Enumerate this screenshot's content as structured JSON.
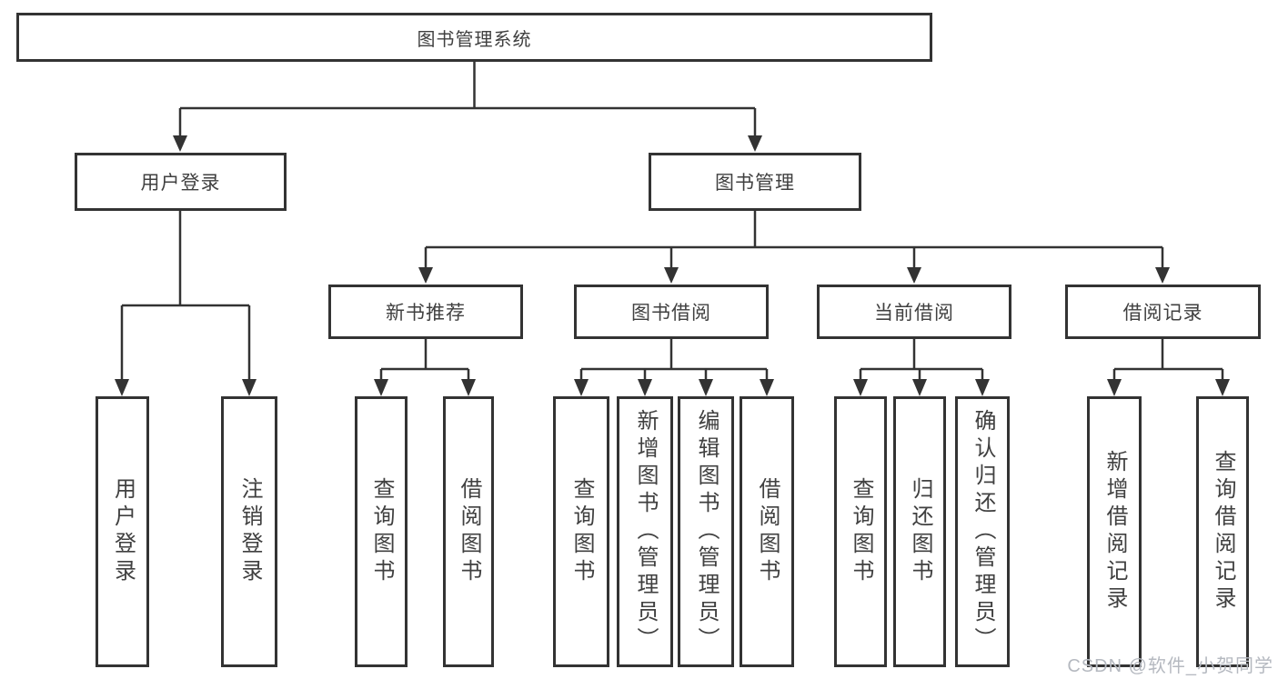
{
  "diagram": {
    "type": "tree",
    "tree": {
      "label": "图书管理系统",
      "children": [
        {
          "label": "用户登录",
          "children": [
            {
              "label": "用户登录"
            },
            {
              "label": "注销登录"
            }
          ]
        },
        {
          "label": "图书管理",
          "children": [
            {
              "label": "新书推荐",
              "children": [
                {
                  "label": "查询图书"
                },
                {
                  "label": "借阅图书"
                }
              ]
            },
            {
              "label": "图书借阅",
              "children": [
                {
                  "label": "查询图书"
                },
                {
                  "label": "新增图书（管理员）"
                },
                {
                  "label": "编辑图书（管理员）"
                },
                {
                  "label": "借阅图书"
                }
              ]
            },
            {
              "label": "当前借阅",
              "children": [
                {
                  "label": "查询图书"
                },
                {
                  "label": "归还图书"
                },
                {
                  "label": "确认归还（管理员）"
                }
              ]
            },
            {
              "label": "借阅记录",
              "children": [
                {
                  "label": "新增借阅记录"
                },
                {
                  "label": "查询借阅记录"
                }
              ]
            }
          ]
        }
      ]
    }
  },
  "watermark": {
    "text": "CSDN @软件_小贺同学"
  },
  "colors": {
    "line": "#333333",
    "border": "#333333",
    "text": "#404040",
    "background": "#ffffff",
    "watermark": "#b5b9c0"
  }
}
